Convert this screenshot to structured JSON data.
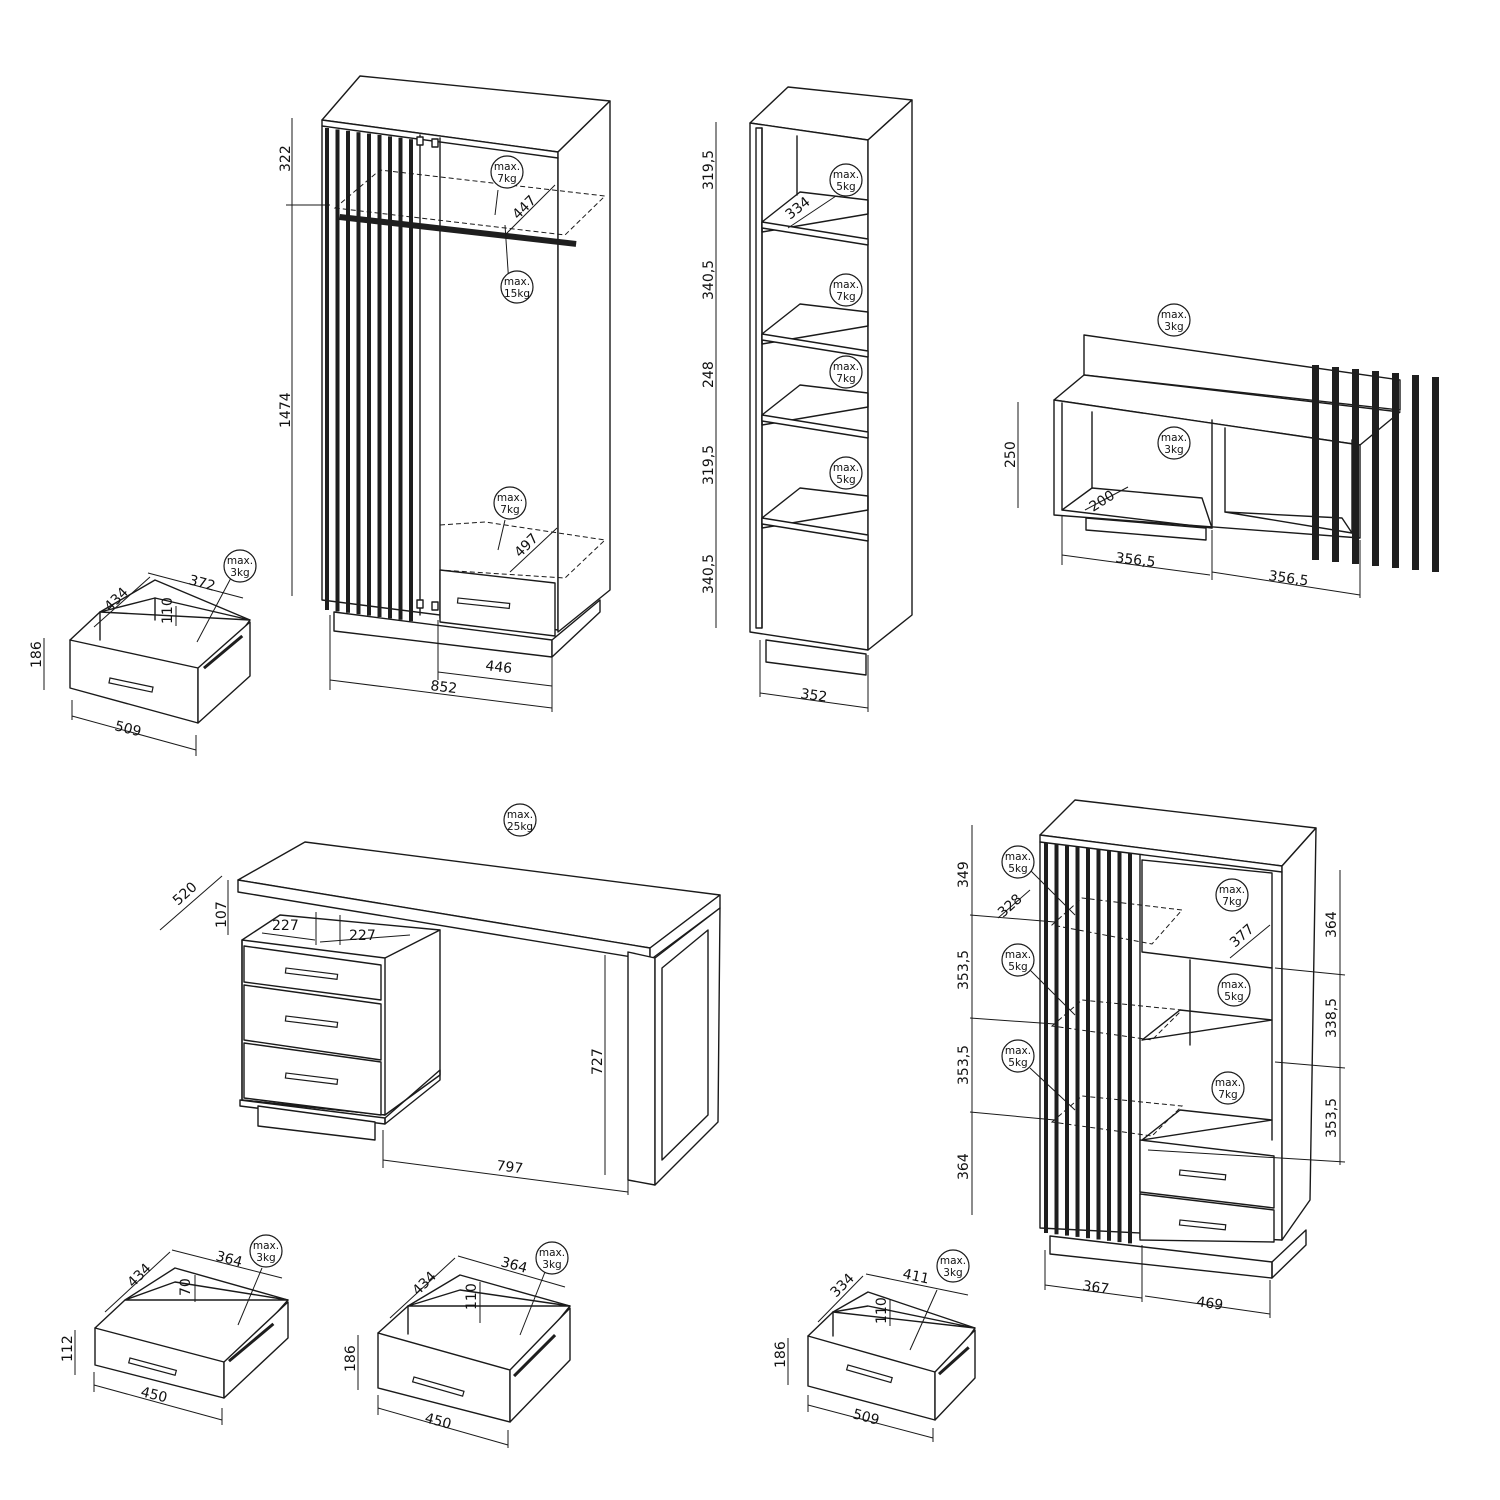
{
  "colors": {
    "line": "#1a1a1a",
    "slat": "#1e1e1e",
    "background": "#ffffff"
  },
  "load_prefix": "max.",
  "wardrobe": {
    "dims": {
      "top_height": "322",
      "main_height": "1474",
      "total_width": "852",
      "right_width": "446",
      "shelf_depth": "447",
      "bottom_depth": "497"
    },
    "loads": {
      "top_shelf": "7kg",
      "rail": "15kg",
      "bottom_shelf": "7kg"
    }
  },
  "wardrobe_drawer": {
    "dims": {
      "depth": "434",
      "inner_width": "372",
      "inner_height": "110",
      "height": "186",
      "width": "509"
    },
    "load": "3kg"
  },
  "bookcase": {
    "dims": {
      "h1": "319,5",
      "h2": "340,5",
      "h3": "248",
      "h4": "319,5",
      "h5": "340,5",
      "depth": "334",
      "width": "352"
    },
    "loads": {
      "s1": "5kg",
      "s2": "7kg",
      "s3": "7kg",
      "s4": "5kg"
    }
  },
  "hanging_shelf": {
    "dims": {
      "height": "250",
      "depth": "200",
      "left_width": "356,5",
      "right_width": "356,5"
    },
    "loads": {
      "top": "3kg",
      "inside": "3kg"
    }
  },
  "desk": {
    "dims": {
      "depth": "520",
      "top_thickness": "107",
      "drawer_left": "227",
      "drawer_right": "227",
      "height": "727",
      "leg_span": "797"
    },
    "load": "25kg"
  },
  "desk_drawer_small": {
    "dims": {
      "depth": "434",
      "inner_width": "364",
      "inner_height": "70",
      "height": "112",
      "width": "450"
    },
    "load": "3kg"
  },
  "desk_drawer_large": {
    "dims": {
      "depth": "434",
      "inner_width": "364",
      "inner_height": "110",
      "height": "186",
      "width": "450"
    },
    "load": "3kg"
  },
  "highboard": {
    "dims": {
      "l1": "349",
      "l2": "353,5",
      "l3": "353,5",
      "l4": "364",
      "r1": "364",
      "r2": "338,5",
      "r3": "353,5",
      "depth_left": "328",
      "depth_right": "377",
      "width_left": "367",
      "width_right": "469"
    },
    "loads": {
      "l1": "5kg",
      "l2": "5kg",
      "l3": "5kg",
      "r1": "7kg",
      "r2": "5kg",
      "r3": "7kg"
    }
  },
  "highboard_drawer": {
    "dims": {
      "depth": "334",
      "inner_width": "411",
      "inner_height": "110",
      "height": "186",
      "width": "509"
    },
    "load": "3kg"
  }
}
